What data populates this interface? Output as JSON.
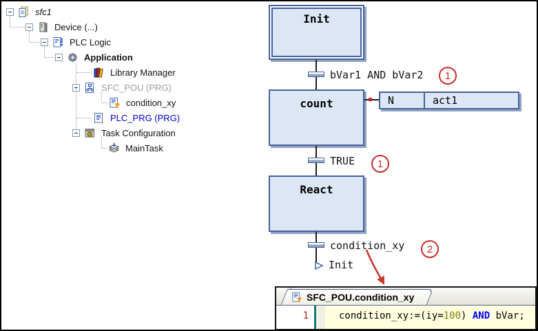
{
  "tree": {
    "items": [
      {
        "label": "sfc1",
        "icon": "project-icon",
        "has_toggle": true
      },
      {
        "label": "Device (...)",
        "icon": "device-icon",
        "has_toggle": true
      },
      {
        "label": "PLC Logic",
        "icon": "plc-logic-icon",
        "has_toggle": true
      },
      {
        "label": "Application",
        "icon": "application-gear-icon",
        "has_toggle": true
      },
      {
        "label": "Library Manager",
        "icon": "library-books-icon",
        "has_toggle": false
      },
      {
        "label": "SFC_POU (PRG)",
        "icon": "sfc-pou-icon",
        "has_toggle": true
      },
      {
        "label": "condition_xy",
        "icon": "action-document-icon",
        "has_toggle": false
      },
      {
        "label": "PLC_PRG (PRG)",
        "icon": "pou-document-icon",
        "has_toggle": false
      },
      {
        "label": "Task Configuration",
        "icon": "task-config-icon",
        "has_toggle": true
      },
      {
        "label": "MainTask",
        "icon": "maintask-icon",
        "has_toggle": false
      }
    ]
  },
  "sfc": {
    "steps": [
      {
        "name": "Init",
        "initial": true
      },
      {
        "name": "count",
        "initial": false
      },
      {
        "name": "React",
        "initial": false
      }
    ],
    "transitions": [
      {
        "condition": "bVar1 AND bVar2",
        "badge": "1"
      },
      {
        "condition": "TRUE",
        "badge": "1"
      },
      {
        "condition": "condition_xy",
        "badge": "2"
      }
    ],
    "action_block": {
      "qualifier": "N",
      "action": "act1"
    },
    "jump": {
      "target": "Init"
    }
  },
  "editor": {
    "tab_label": "SFC_POU.condition_xy",
    "line_number": "1",
    "code": {
      "part1": "condition_xy:=(iy=",
      "number": "100",
      "part2": ") ",
      "keyword": "AND",
      "part3": " bVar;"
    }
  },
  "colors": {
    "step_fill": "#dce6f5",
    "step_border": "#44619c",
    "step_shadow": "#94a2c2",
    "badge_red": "#cf2b2b",
    "annotation_arrow_red": "#c83a2e",
    "keyword_blue": "#0000ff",
    "number_olive": "#7f7f00",
    "line_number_red": "#b22222",
    "code_background": "#ffffe0",
    "gutter_teal": "#157878",
    "plc_prg_text_blue": "#0000cc",
    "sfc_pou_text_gray": "#9c9c9c"
  }
}
